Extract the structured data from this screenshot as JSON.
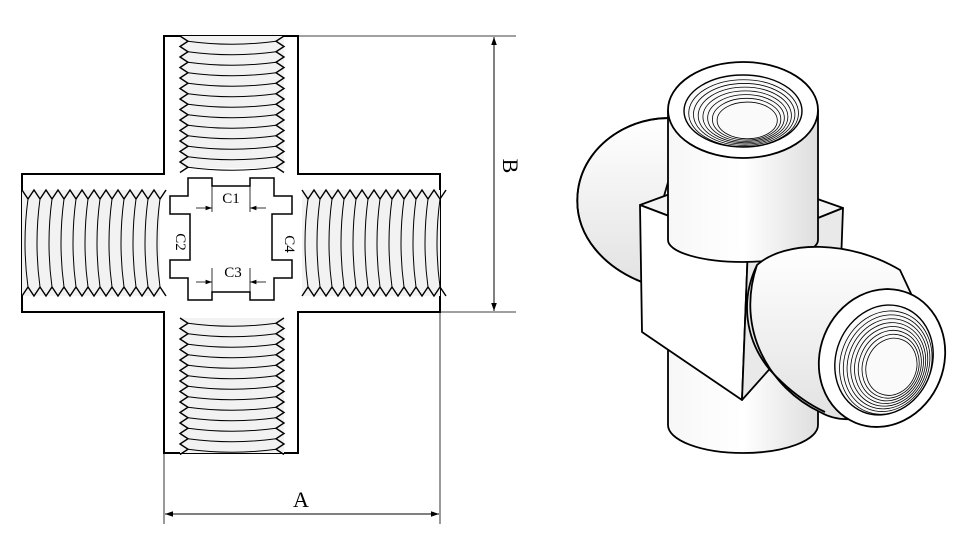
{
  "dimensions": {
    "a": "A",
    "b": "B",
    "c1": "C1",
    "c2": "C2",
    "c3": "C3",
    "c4": "C4"
  },
  "colors": {
    "line": "#000000",
    "fill": "#ffffff",
    "thread_fill": "#f2f2f2",
    "shade": "#e4e4e4"
  }
}
